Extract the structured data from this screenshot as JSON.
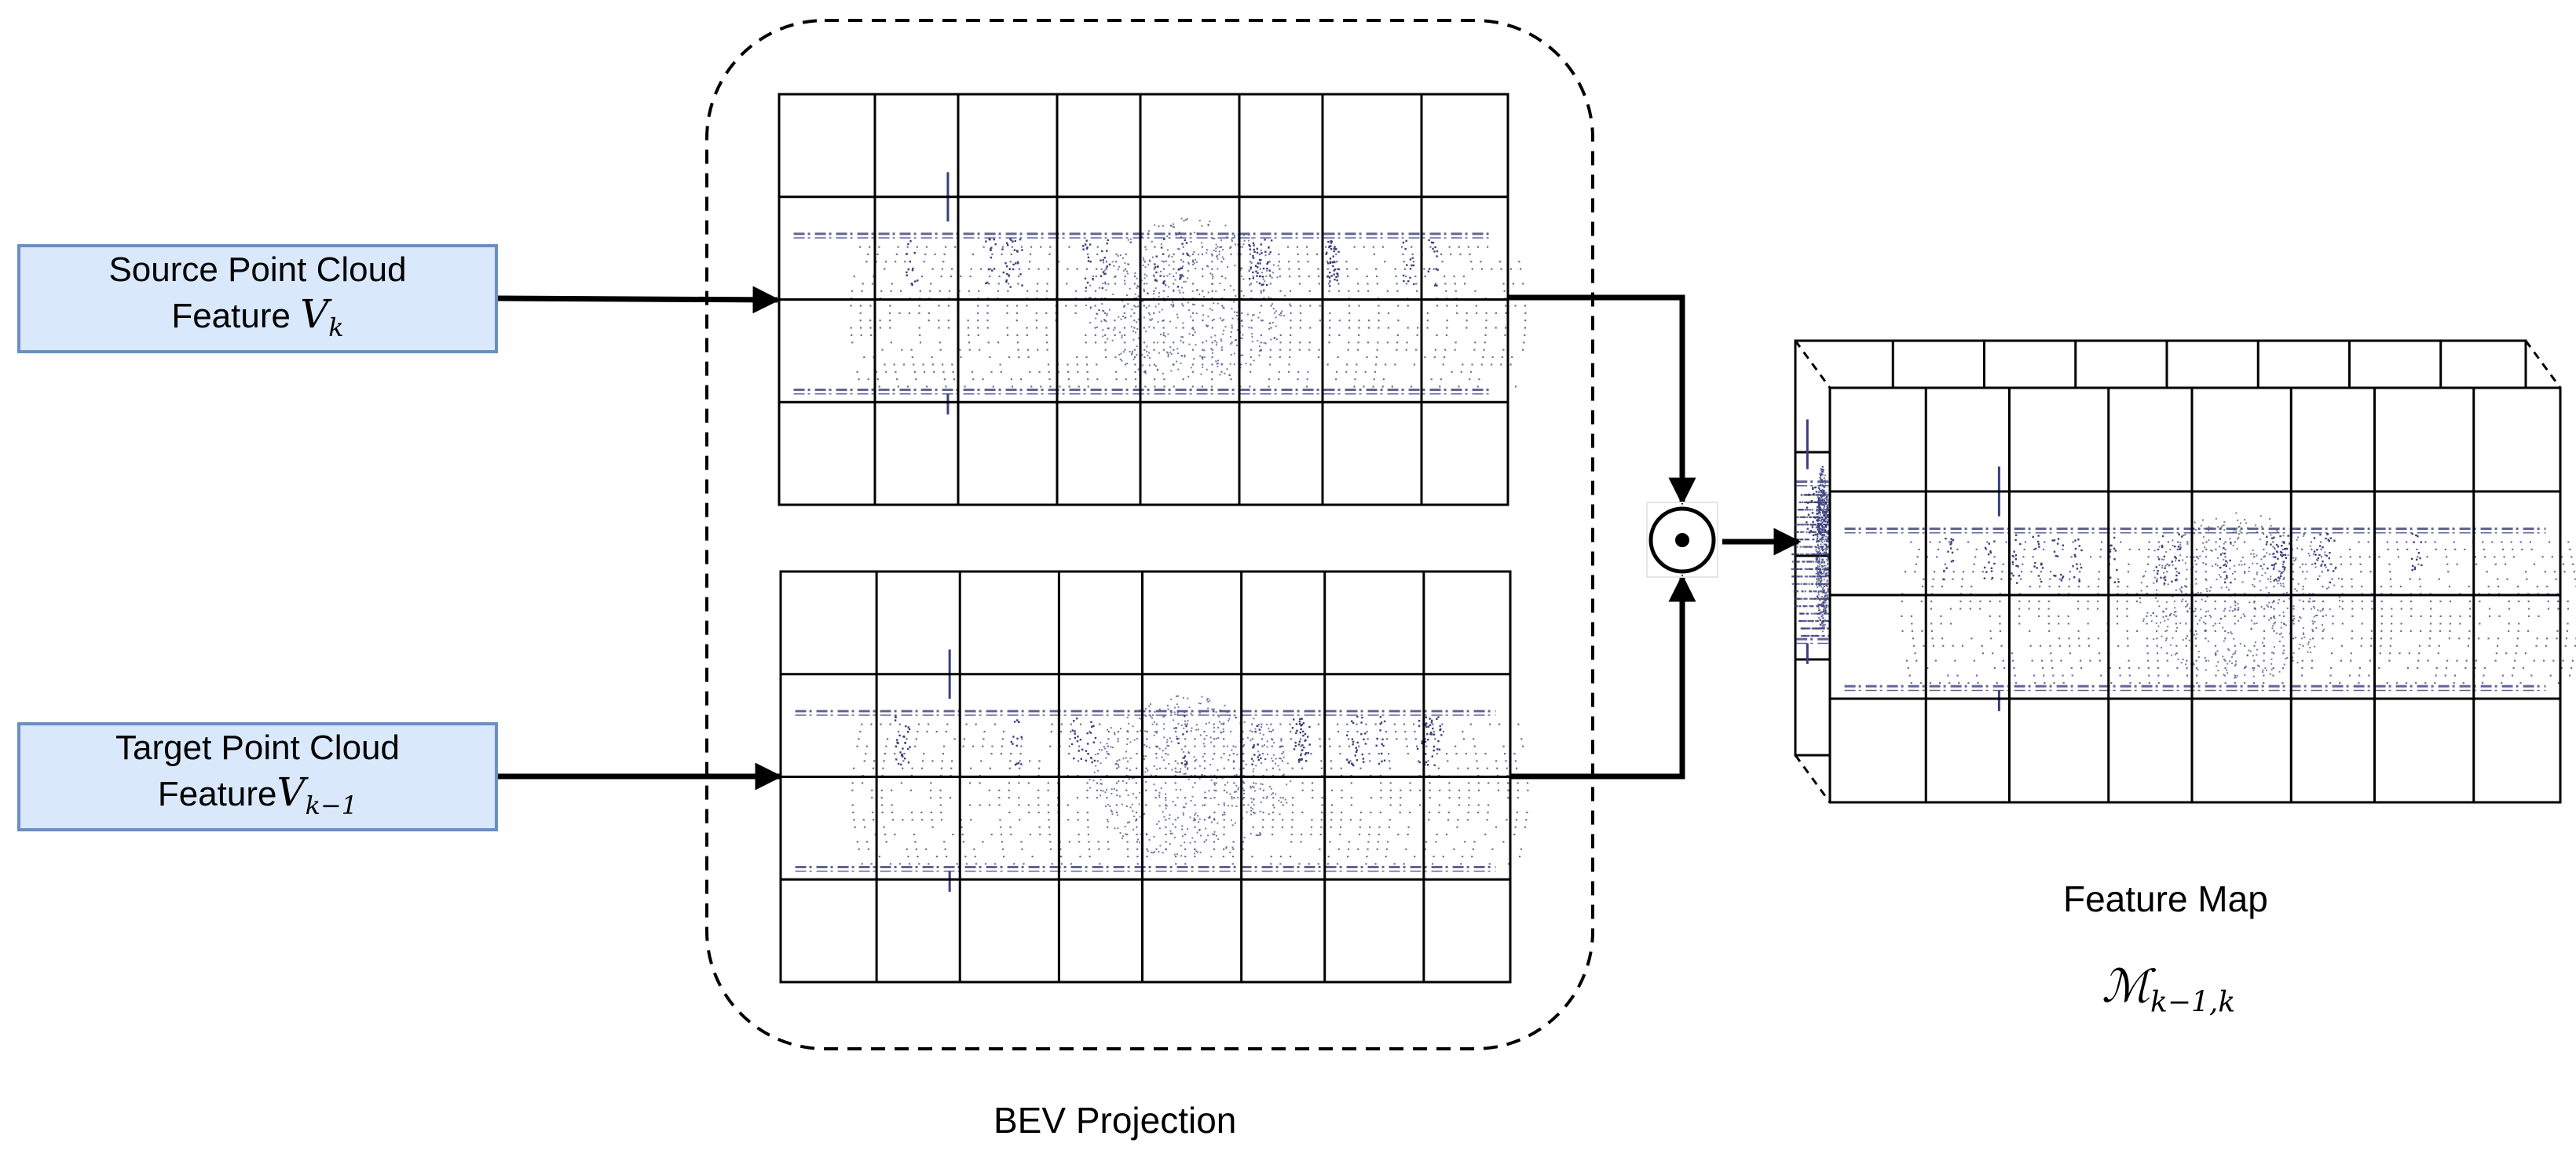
{
  "inputs": {
    "source": {
      "line1": "Source Point Cloud",
      "line2_text": "Feature ",
      "symbol": "V",
      "subscript": "k"
    },
    "target": {
      "line1": "Target Point Cloud",
      "line2_text": "Feature",
      "symbol": "V",
      "subscript": "k−1"
    }
  },
  "captions": {
    "bev": "BEV Projection",
    "feature_map": "Feature Map",
    "feature_map_symbol": "ℳ",
    "feature_map_subscript": "k−1,k"
  },
  "operator": {
    "symbol": "⊙"
  },
  "grid": {
    "columns": 8,
    "rows": 4
  },
  "colors": {
    "box_fill": "#dae8fc",
    "box_border": "#6c8ebf",
    "line": "#000000",
    "points": "#3a3f7a"
  }
}
